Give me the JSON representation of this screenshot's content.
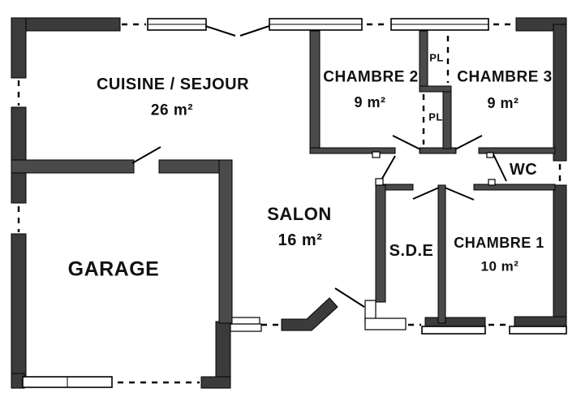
{
  "plan_title": "house-floor-plan",
  "rooms": {
    "cuisine": {
      "name": "CUISINE / SEJOUR",
      "area": "26 m²"
    },
    "chambre2": {
      "name": "CHAMBRE 2",
      "area": "9 m²"
    },
    "chambre3": {
      "name": "CHAMBRE 3",
      "area": "9 m²"
    },
    "salon": {
      "name": "SALON",
      "area": "16 m²"
    },
    "garage": {
      "name": "GARAGE"
    },
    "sde": {
      "name": "S.D.E"
    },
    "chambre1": {
      "name": "CHAMBRE 1",
      "area": "10 m²"
    },
    "wc": {
      "name": "WC"
    }
  },
  "closets": {
    "pl_top": {
      "label": "PL"
    },
    "pl_bottom": {
      "label": "PL"
    }
  },
  "colors": {
    "wall": "#3b3b3b",
    "background": "#ffffff",
    "line": "#000000"
  }
}
